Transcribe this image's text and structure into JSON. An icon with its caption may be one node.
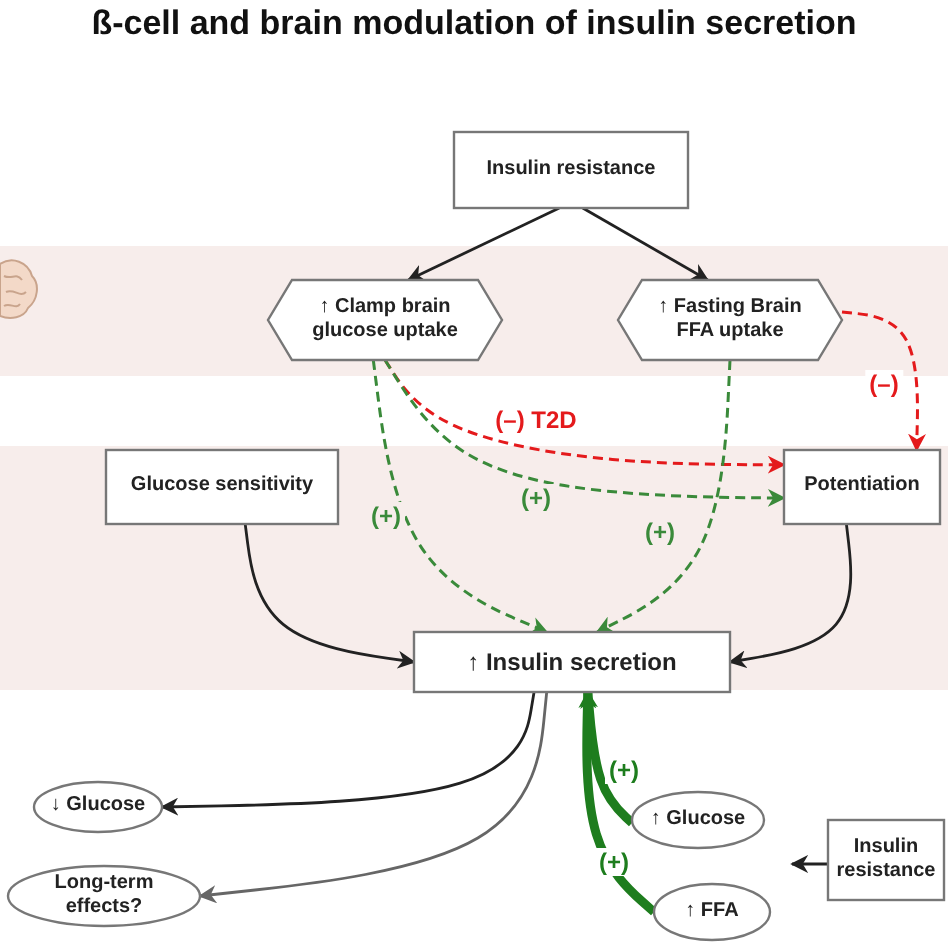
{
  "diagram": {
    "title": "ß-cell and brain modulation of insulin secretion",
    "nodes": [
      {
        "text": [
          "Insulin resistance"
        ]
      },
      {
        "text": [
          "↑ Clamp brain glucose uptake"
        ]
      },
      {
        "text": [
          "↑ Fasting Brain FFA uptake"
        ]
      },
      {
        "text": [
          "Glucose sensitivity"
        ]
      },
      {
        "text": [
          "Potentiation"
        ]
      },
      {
        "text": [
          "↑ Insulin secretion"
        ]
      },
      {
        "text": [
          "↓ Glucose"
        ]
      },
      {
        "text": [
          "Long-term effects?"
        ]
      },
      {
        "text": [
          "↑ Glucose"
        ]
      },
      {
        "text": [
          "↑ FFA"
        ]
      },
      {
        "text": [
          "Insulin resistance"
        ]
      }
    ],
    "edges": [
      {
        "from": 0,
        "to": 1,
        "arrow": "to"
      },
      {
        "from": 0,
        "to": 2,
        "arrow": "to"
      },
      {
        "from": 1,
        "to": 4,
        "arrow": "to",
        "label": "(–) T2D",
        "style": "dashed",
        "color": "#e41a1c"
      },
      {
        "from": 1,
        "to": 4,
        "arrow": "to",
        "label": "(+)",
        "style": "dashed",
        "color": "#3a8a3a"
      },
      {
        "from": 1,
        "to": 5,
        "arrow": "to",
        "label": "(+)",
        "style": "dashed",
        "color": "#3a8a3a"
      },
      {
        "from": 2,
        "to": 5,
        "arrow": "to",
        "label": "(+)",
        "style": "dashed",
        "color": "#3a8a3a"
      },
      {
        "from": 2,
        "to": 4,
        "arrow": "to",
        "label": "(–)",
        "style": "dashed",
        "color": "#e41a1c"
      },
      {
        "from": 3,
        "to": 5,
        "arrow": "to"
      },
      {
        "from": 4,
        "to": 5,
        "arrow": "to"
      },
      {
        "from": 5,
        "to": 6,
        "arrow": "to"
      },
      {
        "from": 5,
        "to": 7,
        "arrow": "to",
        "color": "#666666"
      },
      {
        "from": 8,
        "to": 5,
        "arrow": "to",
        "label": "(+)",
        "style": "thick",
        "color": "#1e7d1e"
      },
      {
        "from": 9,
        "to": 5,
        "arrow": "to",
        "label": "(+)",
        "style": "thick",
        "color": "#1e7d1e"
      },
      {
        "from": 10,
        "to": null,
        "arrow": "to"
      }
    ]
  }
}
